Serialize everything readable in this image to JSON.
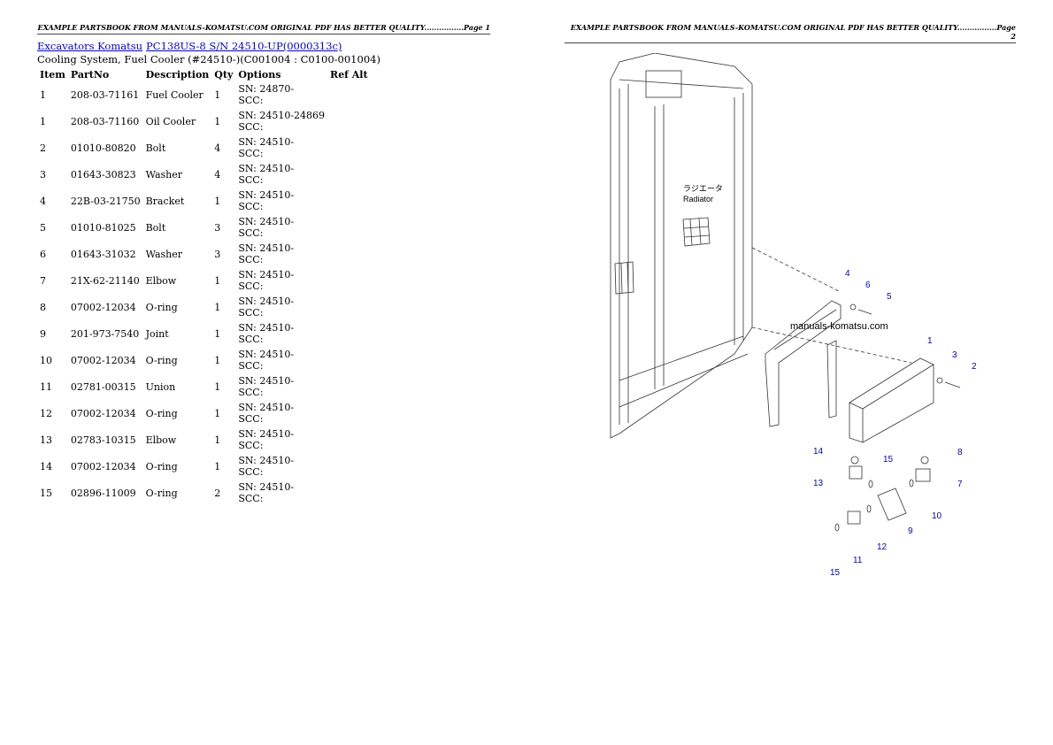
{
  "header": {
    "left": "EXAMPLE PARTSBOOK FROM MANUALS-KOMATSU.COM ORIGINAL PDF HAS BETTER QUALITY................Page 1",
    "right": "EXAMPLE PARTSBOOK FROM MANUALS-KOMATSU.COM ORIGINAL PDF HAS BETTER QUALITY................Page 2"
  },
  "breadcrumb": {
    "category": "Excavators Komatsu",
    "model": "PC138US-8 S/N 24510-UP(0000313c)"
  },
  "subtitle": "Cooling System, Fuel Cooler (#24510-)(C001004 : C0100-001004)",
  "table": {
    "headers": [
      "Item",
      "PartNo",
      "Description",
      "Qty",
      "Options",
      "Ref Alt"
    ],
    "rows": [
      [
        "1",
        "208-03-71161",
        "Fuel Cooler",
        "1",
        "SN: 24870-",
        "SCC:"
      ],
      [
        "1",
        "208-03-71160",
        "Oil Cooler",
        "1",
        "SN: 24510-24869",
        "SCC:"
      ],
      [
        "2",
        "01010-80820",
        "Bolt",
        "4",
        "SN: 24510-",
        "SCC:"
      ],
      [
        "3",
        "01643-30823",
        "Washer",
        "4",
        "SN: 24510-",
        "SCC:"
      ],
      [
        "4",
        "22B-03-21750",
        "Bracket",
        "1",
        "SN: 24510-",
        "SCC:"
      ],
      [
        "5",
        "01010-81025",
        "Bolt",
        "3",
        "SN: 24510-",
        "SCC:"
      ],
      [
        "6",
        "01643-31032",
        "Washer",
        "3",
        "SN: 24510-",
        "SCC:"
      ],
      [
        "7",
        "21X-62-21140",
        "Elbow",
        "1",
        "SN: 24510-",
        "SCC:"
      ],
      [
        "8",
        "07002-12034",
        "O-ring",
        "1",
        "SN: 24510-",
        "SCC:"
      ],
      [
        "9",
        "201-973-7540",
        "Joint",
        "1",
        "SN: 24510-",
        "SCC:"
      ],
      [
        "10",
        "07002-12034",
        "O-ring",
        "1",
        "SN: 24510-",
        "SCC:"
      ],
      [
        "11",
        "02781-00315",
        "Union",
        "1",
        "SN: 24510-",
        "SCC:"
      ],
      [
        "12",
        "07002-12034",
        "O-ring",
        "1",
        "SN: 24510-",
        "SCC:"
      ],
      [
        "13",
        "02783-10315",
        "Elbow",
        "1",
        "SN: 24510-",
        "SCC:"
      ],
      [
        "14",
        "07002-12034",
        "O-ring",
        "1",
        "SN: 24510-",
        "SCC:"
      ],
      [
        "15",
        "02896-11009",
        "O-ring",
        "2",
        "SN: 24510-",
        "SCC:"
      ]
    ]
  },
  "diagram": {
    "watermark": "manuals-komatsu.com",
    "radiator_jp": "ラジエータ",
    "radiator_en": "Radiator",
    "callouts": [
      "4",
      "6",
      "5",
      "1",
      "3",
      "2",
      "14",
      "15",
      "8",
      "13",
      "7",
      "10",
      "9",
      "12",
      "11",
      "15"
    ],
    "callout_color": "#0000cc"
  }
}
